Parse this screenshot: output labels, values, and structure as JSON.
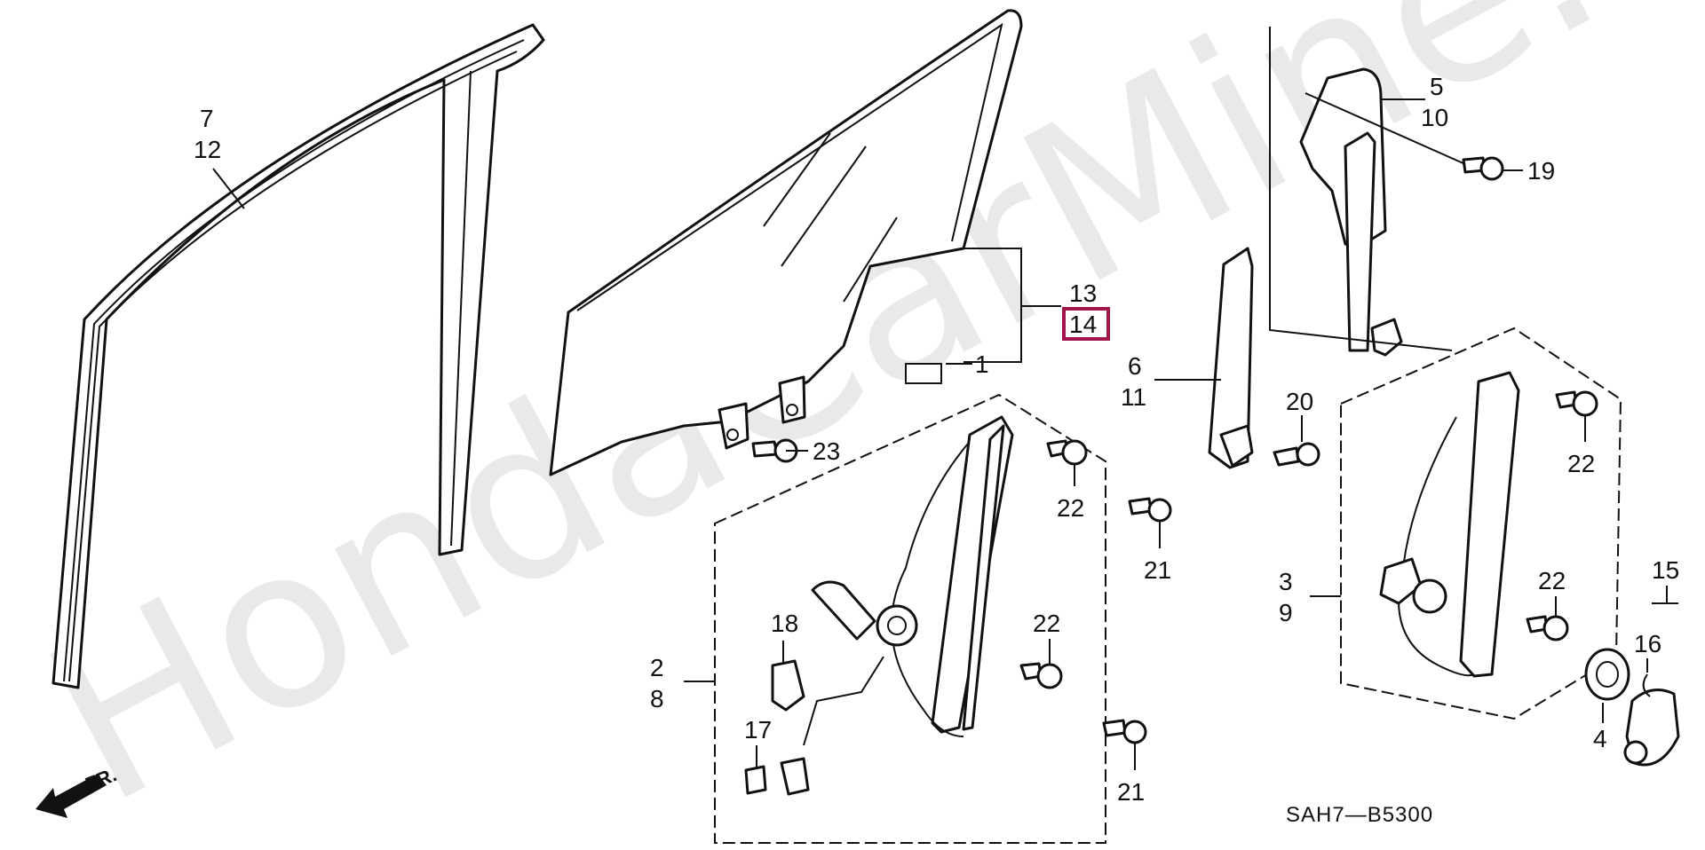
{
  "watermark": "HondaCarMine.ru",
  "diagram_code": "SAH7—B5300",
  "direction_label": "FR.",
  "highlighted_part": "14",
  "labels": [
    {
      "id": "7",
      "text": "7"
    },
    {
      "id": "12",
      "text": "12"
    },
    {
      "id": "13",
      "text": "13"
    },
    {
      "id": "14",
      "text": "14"
    },
    {
      "id": "1",
      "text": "1"
    },
    {
      "id": "23",
      "text": "23"
    },
    {
      "id": "5",
      "text": "5"
    },
    {
      "id": "10",
      "text": "10"
    },
    {
      "id": "19",
      "text": "19"
    },
    {
      "id": "6",
      "text": "6"
    },
    {
      "id": "11",
      "text": "11"
    },
    {
      "id": "20",
      "text": "20"
    },
    {
      "id": "22a",
      "text": "22"
    },
    {
      "id": "22b",
      "text": "22"
    },
    {
      "id": "22c",
      "text": "22"
    },
    {
      "id": "22d",
      "text": "22"
    },
    {
      "id": "21a",
      "text": "21"
    },
    {
      "id": "21b",
      "text": "21"
    },
    {
      "id": "18",
      "text": "18"
    },
    {
      "id": "17",
      "text": "17"
    },
    {
      "id": "2",
      "text": "2"
    },
    {
      "id": "8",
      "text": "8"
    },
    {
      "id": "3",
      "text": "3"
    },
    {
      "id": "9",
      "text": "9"
    },
    {
      "id": "15",
      "text": "15"
    },
    {
      "id": "16",
      "text": "16"
    },
    {
      "id": "4",
      "text": "4"
    }
  ],
  "colors": {
    "highlight": "#a0144a",
    "ink": "#111111",
    "watermark": "#e9e9e9"
  }
}
